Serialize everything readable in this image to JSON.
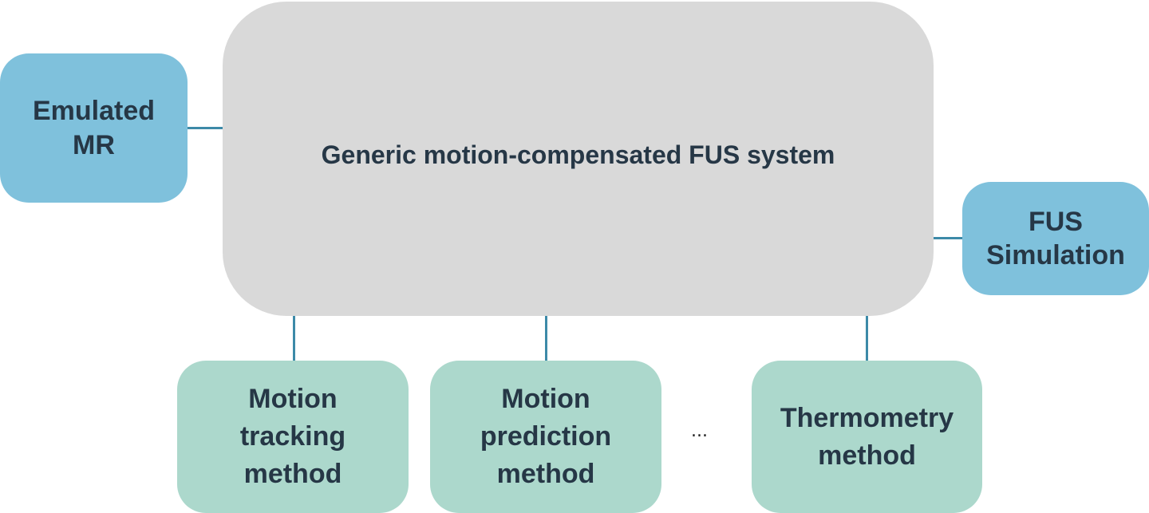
{
  "diagram": {
    "center_box": {
      "label": "Generic motion-compensated FUS system"
    },
    "emulated_mr": {
      "label": "Emulated\nMR"
    },
    "fus_simulation": {
      "label": "FUS\nSimulation"
    },
    "motion_tracking": {
      "label": "Motion\ntracking\nmethod"
    },
    "motion_prediction": {
      "label": "Motion\nprediction\nmethod"
    },
    "ellipsis": {
      "label": "..."
    },
    "thermometry": {
      "label": "Thermometry\nmethod"
    }
  },
  "colors": {
    "center": "#d9d9d9",
    "blue_module": "#7fc1dc",
    "green_module": "#acd8cc",
    "connector": "#3d8aa8",
    "text": "#263746"
  }
}
